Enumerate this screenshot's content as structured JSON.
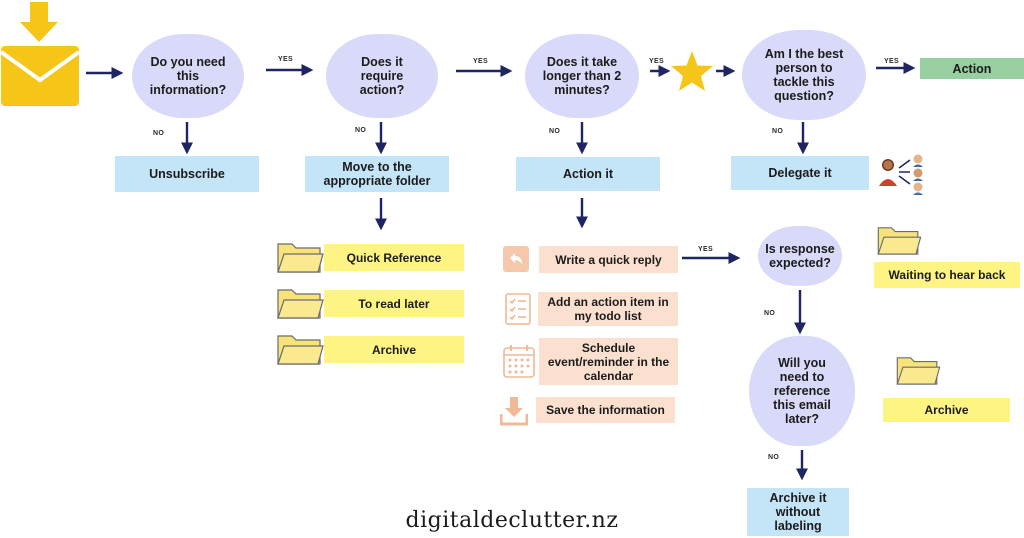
{
  "decisions": {
    "need_info": "Do you need this information?",
    "require_action": "Does it require action?",
    "longer_2min": "Does it take longer than 2 minutes?",
    "best_person": "Am I the best person to tackle this question?",
    "response_expected": "Is response expected?",
    "reference_later": "Will you need to reference this email later?"
  },
  "actions": {
    "unsubscribe": "Unsubscribe",
    "move_folder": "Move to the appropriate folder",
    "action_it": "Action it",
    "delegate": "Delegate it",
    "action": "Action",
    "archive_no_label": "Archive it without labeling"
  },
  "folders": {
    "quick_reference": "Quick Reference",
    "read_later": "To read later",
    "archive": "Archive",
    "waiting": "Waiting to hear back",
    "archive_right": "Archive"
  },
  "tasks": {
    "quick_reply": "Write a quick reply",
    "action_item": "Add an action item in my todo list",
    "schedule": "Schedule event/reminder in the calendar",
    "save_info": "Save the information"
  },
  "labels": {
    "yes": "YES",
    "no": "NO"
  },
  "footer": "digitaldeclutter.nz",
  "colors": {
    "decision": "#d9d9f9",
    "action_blue": "#c4e4f8",
    "folder_yellow": "#fdf483",
    "task_peach": "#fbe0cf",
    "action_green": "#98cfa0",
    "arrow": "#1f2563",
    "envelope": "#f5c518",
    "star": "#f5c518"
  },
  "icons": [
    "envelope-download-icon",
    "star-icon",
    "folder-icon",
    "reply-icon",
    "checklist-icon",
    "calendar-icon",
    "save-download-icon",
    "delegate-people-icon"
  ]
}
